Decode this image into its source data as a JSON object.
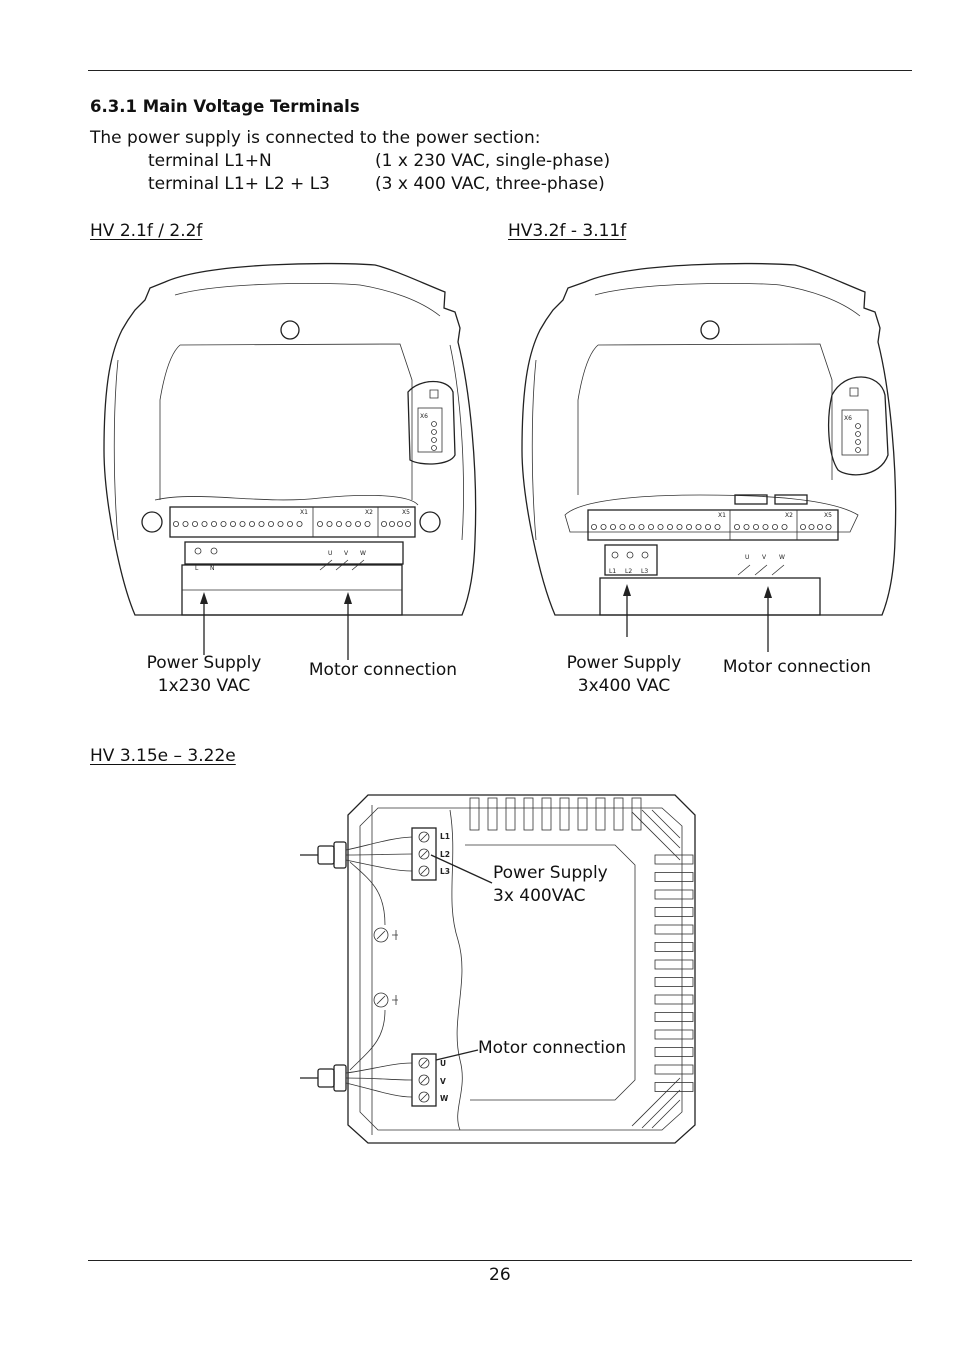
{
  "section": {
    "heading": "6.3.1 Main Voltage Terminals",
    "intro": "The power supply is connected to the power section:",
    "terminals": [
      {
        "terminal": "terminal L1+N",
        "description": "(1 x 230 VAC, single-phase)"
      },
      {
        "terminal": "terminal L1+ L2 + L3",
        "description": "(3 x 400 VAC, three-phase)"
      }
    ]
  },
  "figures": {
    "hv2": {
      "title": "HV 2.1f / 2.2f",
      "power_label": [
        "Power Supply",
        "1x230 VAC"
      ],
      "motor_label": "Motor connection",
      "terminal_labels": [
        "X1",
        "X2",
        "X5",
        "X6",
        "L",
        "N",
        "U",
        "V",
        "W"
      ]
    },
    "hv3": {
      "title": "HV3.2f - 3.11f",
      "power_label": [
        "Power Supply",
        "3x400 VAC"
      ],
      "motor_label": "Motor connection",
      "terminal_labels": [
        "X1",
        "X2",
        "X5",
        "X6",
        "L1",
        "L2",
        "L3",
        "U",
        "V",
        "W"
      ]
    },
    "hv3e": {
      "title": "HV 3.15e – 3.22e",
      "power_label": [
        "Power Supply",
        "3x 400VAC"
      ],
      "motor_label": "Motor connection",
      "terminal_labels": [
        "L1",
        "L2",
        "L3",
        "U",
        "V",
        "W"
      ]
    }
  },
  "page_number": "26"
}
